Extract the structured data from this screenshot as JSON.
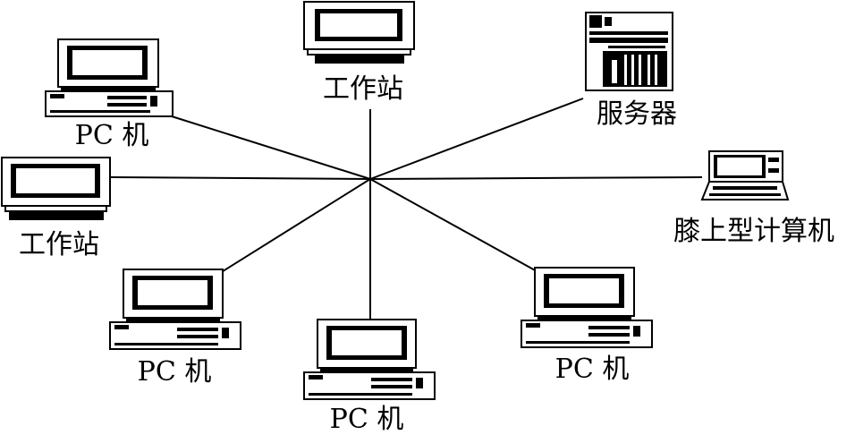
{
  "diagram": {
    "labels": {
      "workstation_top": "工作站",
      "pc_top_left": "PC 机",
      "server": "服务器",
      "workstation_left": "工作站",
      "laptop": "膝上型计算机",
      "pc_bottom_left": "PC 机",
      "pc_bottom_center": "PC 机",
      "pc_bottom_right": "PC 机"
    },
    "icons": {
      "workstation_top": "workstation-monitor-icon",
      "pc_top_left": "pc-computer-icon",
      "server": "server-tower-icon",
      "workstation_left": "workstation-monitor-icon",
      "laptop": "laptop-icon",
      "pc_bottom_left": "pc-computer-icon",
      "pc_bottom_center": "pc-computer-icon",
      "pc_bottom_right": "pc-computer-icon"
    }
  }
}
